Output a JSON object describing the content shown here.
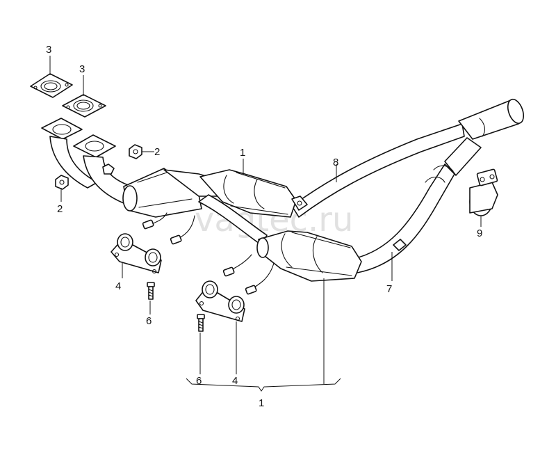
{
  "watermark": "vagtec.ru",
  "callouts": [
    {
      "id": "gasket-a",
      "text": "3"
    },
    {
      "id": "gasket-b",
      "text": "3"
    },
    {
      "id": "nut-right",
      "text": "2"
    },
    {
      "id": "nut-left",
      "text": "2"
    },
    {
      "id": "catalytic-converter",
      "text": "1"
    },
    {
      "id": "pipe-upper",
      "text": "8"
    },
    {
      "id": "clamp",
      "text": "9"
    },
    {
      "id": "pipe-lower",
      "text": "7"
    },
    {
      "id": "bracket-left",
      "text": "4"
    },
    {
      "id": "bolt-left",
      "text": "6"
    },
    {
      "id": "bolt-bottom",
      "text": "6"
    },
    {
      "id": "bracket-bottom",
      "text": "4"
    },
    {
      "id": "assembly",
      "text": "1"
    }
  ]
}
